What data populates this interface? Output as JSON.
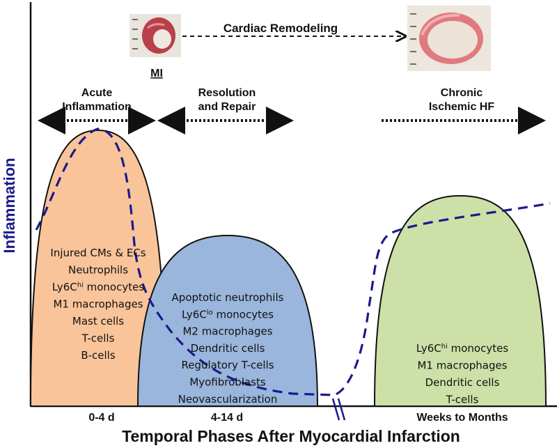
{
  "header": {
    "remodeling_label": "Cardiac Remodeling",
    "mi_label": "MI"
  },
  "phases": {
    "acute": {
      "title_line1": "Acute",
      "title_line2": "Inflammation",
      "time_label": "0-4 d",
      "items": [
        {
          "text": "Injured CMs & ECs"
        },
        {
          "text": "Neutrophils"
        },
        {
          "text": "Ly6C",
          "sup": "hi",
          "after": " monocytes"
        },
        {
          "text": "M1 macrophages"
        },
        {
          "text": "Mast cells"
        },
        {
          "text": "T-cells"
        },
        {
          "text": "B-cells"
        }
      ],
      "color": "#f9c49a"
    },
    "repair": {
      "title_line1": "Resolution",
      "title_line2": "and Repair",
      "time_label": "4-14 d",
      "items": [
        {
          "text": "Apoptotic neutrophils"
        },
        {
          "text": "Ly6C",
          "sup": "lo",
          "after": " monocytes"
        },
        {
          "text": "M2 macrophages"
        },
        {
          "text": "Dendritic cells"
        },
        {
          "text": "Regulatory T-cells"
        },
        {
          "text": "Myofibroblasts"
        },
        {
          "text": "Neovascularization"
        }
      ],
      "color": "#9ab6dc"
    },
    "chronic": {
      "title_line1": "Chronic",
      "title_line2": "Ischemic HF",
      "time_label": "Weeks to Months",
      "items": [
        {
          "text": "Ly6C",
          "sup": "hi",
          "after": " monocytes"
        },
        {
          "text": "M1 macrophages"
        },
        {
          "text": "Dendritic cells"
        },
        {
          "text": "T-cells"
        }
      ],
      "color": "#cce0a8"
    }
  },
  "axes": {
    "y_label": "Inflammation",
    "x_label": "Temporal Phases After Myocardial Infarction"
  },
  "colors": {
    "curve": "#1a1a8c",
    "arrow": "#111111",
    "y_label": "#1a1a8c"
  }
}
